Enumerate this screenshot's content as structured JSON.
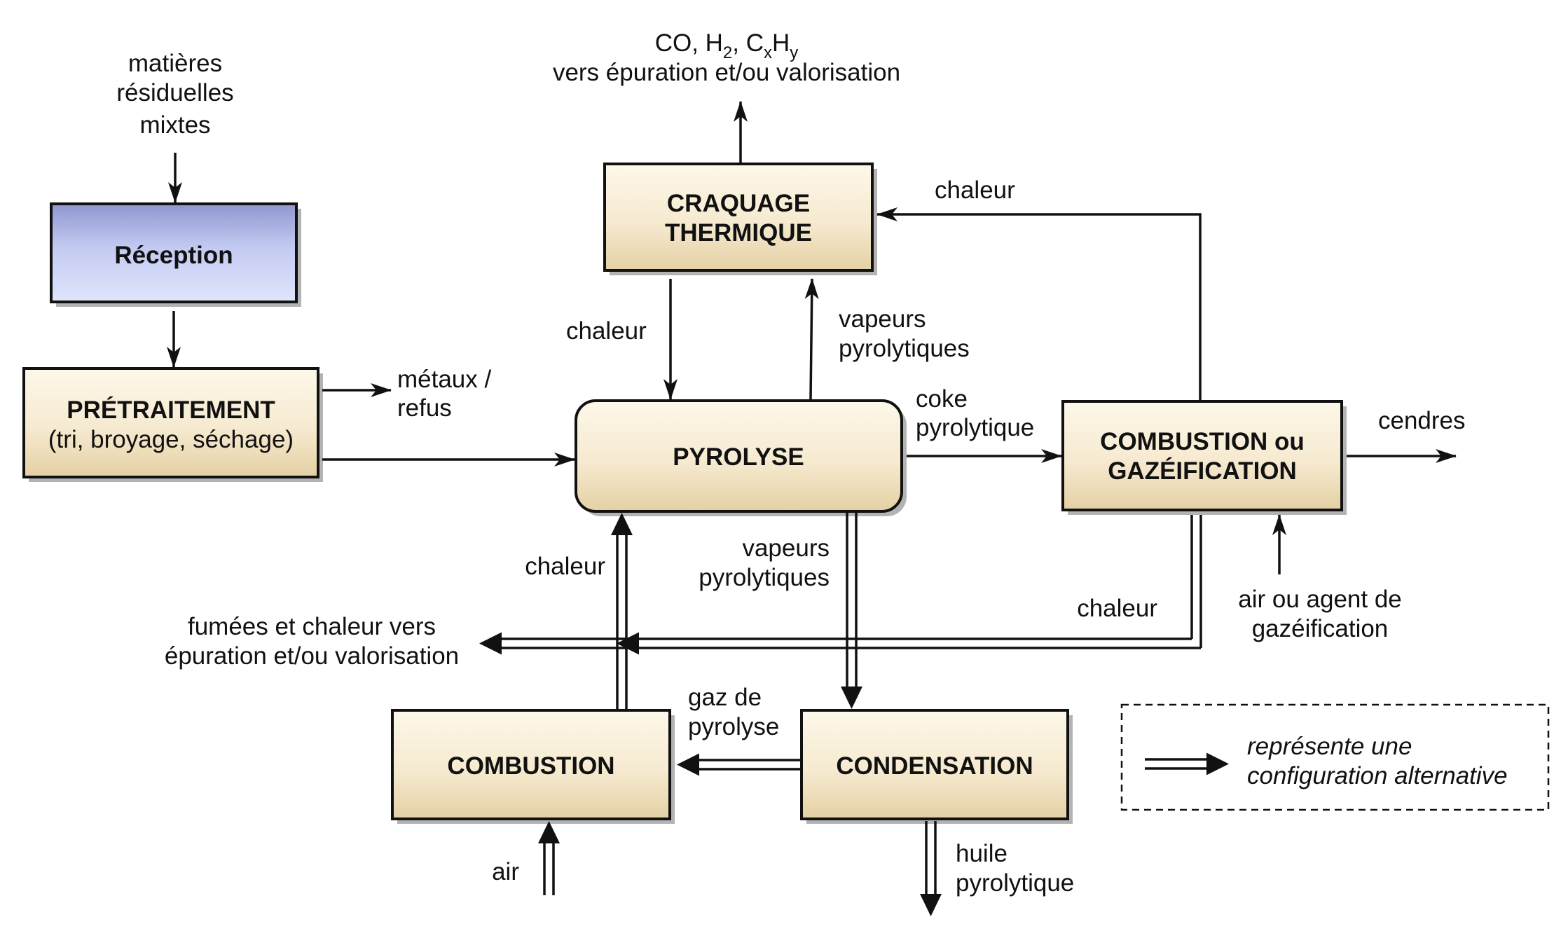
{
  "inputs": {
    "matieres": [
      "matières",
      "résiduelles",
      "mixtes"
    ],
    "air": "air",
    "air_agent": [
      "air ou agent de",
      "gazéification"
    ]
  },
  "boxes": {
    "reception": "Réception",
    "pretraitement": {
      "title": "PRÉTRAITEMENT",
      "sub": "(tri, broyage, séchage)"
    },
    "craquage": [
      "CRAQUAGE",
      "THERMIQUE"
    ],
    "pyrolyse": "PYROLYSE",
    "combustion_gaz": [
      "COMBUSTION ou",
      "GAZÉIFICATION"
    ],
    "combustion": "COMBUSTION",
    "condensation": "CONDENSATION"
  },
  "outputs": {
    "gas_formula": {
      "co_h": "CO, H",
      "h_sub": "2",
      "c_mid": ", C",
      "x_sub": "x",
      "h2": "H",
      "y_sub": "y"
    },
    "gas_dest": "vers épuration et/ou valorisation",
    "metaux": [
      "métaux /",
      "refus"
    ],
    "cendres": "cendres",
    "fumees": [
      "fumées et chaleur vers",
      "épuration et/ou valorisation"
    ],
    "huile": [
      "huile",
      "pyrolytique"
    ]
  },
  "flows": {
    "chaleur_top": "chaleur",
    "chaleur_left": "chaleur",
    "vapeurs_up": [
      "vapeurs",
      "pyrolytiques"
    ],
    "coke": [
      "coke",
      "pyrolytique"
    ],
    "vapeurs_down": [
      "vapeurs",
      "pyrolytiques"
    ],
    "chaleur_bottom_left": "chaleur",
    "chaleur_right": "chaleur",
    "gaz_pyrolyse": [
      "gaz  de",
      "pyrolyse"
    ]
  },
  "legend": [
    "représente une",
    "configuration alternative"
  ],
  "colors": {
    "box_cream_top": "#fdf8ea",
    "box_cream_bottom": "#e8d5ac",
    "reception_top": "#8f96cf",
    "reception_bottom": "#dde4fb",
    "stroke": "#111111"
  }
}
